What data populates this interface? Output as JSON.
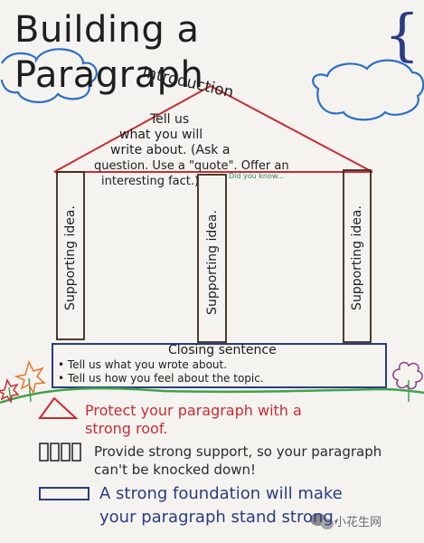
{
  "title": "Building a Paragraph",
  "roof": {
    "label": "Introduction",
    "title": "Tell us",
    "lines": [
      "what you will",
      "write about. (Ask a",
      "question. Use a \"quote\". Offer an",
      "interesting fact.)"
    ],
    "note": "Did you know...",
    "color": "#c72c33"
  },
  "pillars": [
    {
      "label": "Supporting idea."
    },
    {
      "label": "Supporting idea."
    },
    {
      "label": "Supporting idea."
    }
  ],
  "base": {
    "title": "Closing sentence",
    "lines": [
      "• Tell us what you wrote about.",
      "• Tell us how you feel about the topic."
    ],
    "color": "#2b3b84"
  },
  "legend": [
    {
      "lines": [
        "Protect your paragraph with a",
        "strong roof."
      ],
      "color": "#c72c33"
    },
    {
      "lines": [
        "Provide strong support, so your paragraph",
        "can't be knocked down!"
      ],
      "color": "#2a2a2a"
    },
    {
      "lines": [
        "A strong foundation will make",
        "your paragraph stand strong."
      ],
      "color": "#2b3b84"
    }
  ],
  "watermark": "小花生网",
  "icons": [
    "cloud-icon",
    "flower-icon",
    "triangle-icon",
    "pillars-icon",
    "rectangle-icon",
    "wechat-icon"
  ],
  "colors": {
    "cloud": "#2a6fc8",
    "grass": "#3fa34d",
    "flower_orange": "#e7762a",
    "flower_purple": "#8e3c8f"
  }
}
